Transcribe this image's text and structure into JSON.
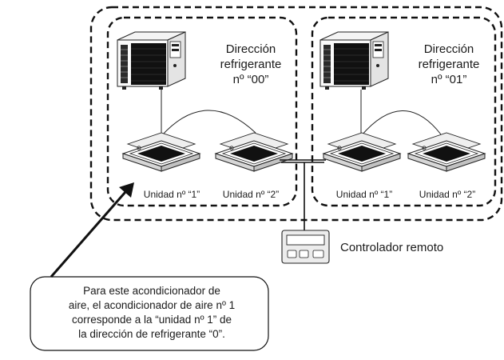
{
  "groups": [
    {
      "title_line1": "Dirección",
      "title_line2": "refrigerante",
      "title_line3": "nº “00”"
    },
    {
      "title_line1": "Dirección",
      "title_line2": "refrigerante",
      "title_line3": "nº “01”"
    }
  ],
  "unit_labels": [
    "Unidad nº “1”",
    "Unidad nº “2”",
    "Unidad nº “1”",
    "Unidad nº “2”"
  ],
  "remote_label": "Controlador remoto",
  "callout_lines": [
    "Para este acondicionador de",
    "aire, el acondicionador de aire nº 1",
    "corresponde a la “unidad nº 1” de",
    "la dirección de refrigerante “0”."
  ]
}
